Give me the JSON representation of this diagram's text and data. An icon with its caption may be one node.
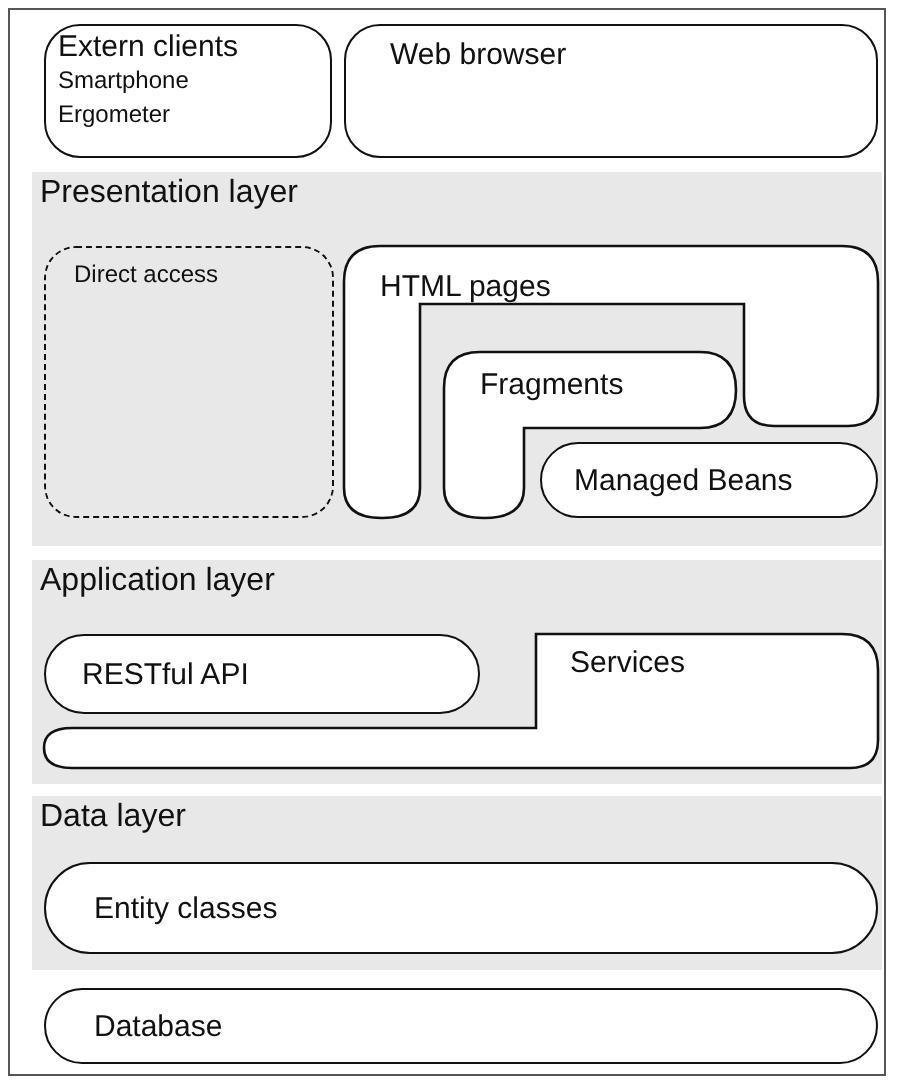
{
  "diagram": {
    "nodes": [
      {
        "text": [
          "Extern clients",
          "Smartphone",
          "Ergometer"
        ]
      },
      {
        "text": [
          "Web browser"
        ]
      },
      {
        "text": [
          "Presentation layer"
        ]
      },
      {
        "text": [
          "Direct access"
        ],
        "in": 2
      },
      {
        "text": [
          "HTML pages"
        ],
        "in": 2
      },
      {
        "text": [
          "Fragments"
        ],
        "in": 2
      },
      {
        "text": [
          "Managed Beans"
        ],
        "in": 2
      },
      {
        "text": [
          "Application layer"
        ]
      },
      {
        "text": [
          "RESTful API"
        ],
        "in": 7
      },
      {
        "text": [
          "Services"
        ],
        "in": 7
      },
      {
        "text": [
          "Data layer"
        ]
      },
      {
        "text": [
          "Entity classes"
        ],
        "in": 10
      },
      {
        "text": [
          "Database"
        ]
      }
    ],
    "edges": []
  }
}
